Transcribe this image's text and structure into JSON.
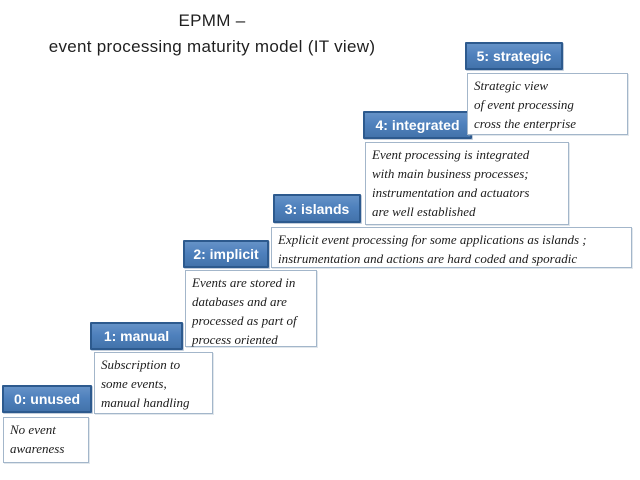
{
  "title": {
    "line1": "EPMM –",
    "line2": "event processing maturity model (IT view)"
  },
  "colors": {
    "step_fill": "#4f81bd",
    "step_border": "#2d5a8e",
    "desc_border": "#a3b6ca",
    "desc_text": "#1c1c1c",
    "label_text": "#ffffff"
  },
  "steps": [
    {
      "label": "0: unused",
      "description": "No event\nawareness"
    },
    {
      "label": "1: manual",
      "description": "Subscription to\nsome events,\nmanual handling"
    },
    {
      "label": "2: implicit",
      "description": "Events are  stored in\ndatabases and are\nprocessed as part of\nprocess oriented"
    },
    {
      "label": "3: islands",
      "description": "Explicit event processing for some applications as islands ;\ninstrumentation and actions are hard coded and sporadic"
    },
    {
      "label": "4: integrated",
      "description": "Event processing is integrated\nwith main business processes;\ninstrumentation and actuators\nare well established"
    },
    {
      "label": "5: strategic",
      "description": "Strategic view\nof event processing\ncross the enterprise"
    }
  ]
}
